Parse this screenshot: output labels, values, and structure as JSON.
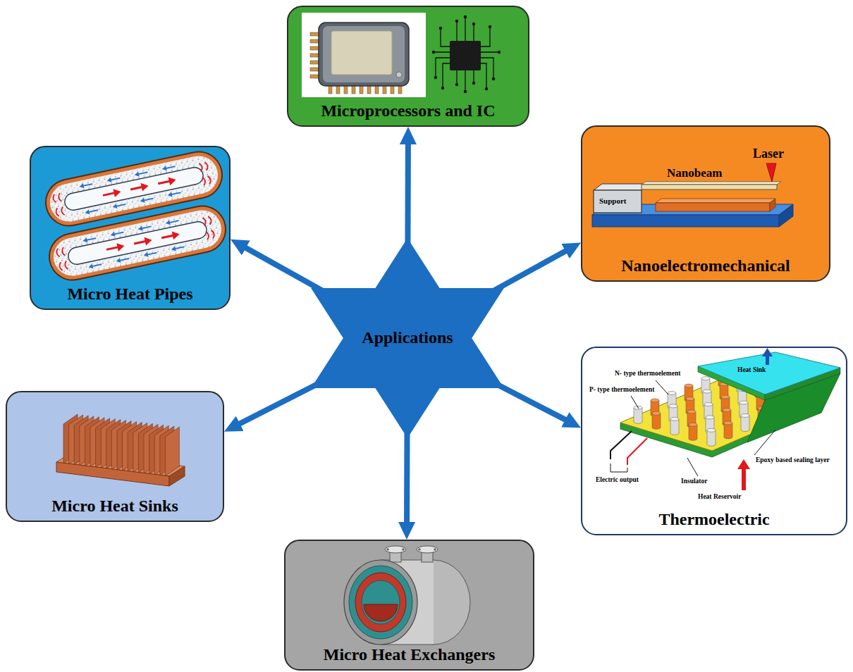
{
  "diagram": {
    "nodes": [
      {
        "text": [
          "Microprocessors and IC"
        ]
      },
      {
        "text": [
          "Micro Heat Pipes"
        ]
      },
      {
        "text": [
          "Nanoelectromechanical"
        ]
      },
      {
        "text": [
          "Applications"
        ]
      },
      {
        "text": [
          "Micro Heat Sinks"
        ]
      },
      {
        "text": [
          "Thermoelectric"
        ]
      },
      {
        "text": [
          "Micro Heat Exchangers"
        ]
      }
    ],
    "edges": [
      {
        "from": 3,
        "to": 0,
        "arrow": "to"
      },
      {
        "from": 3,
        "to": 1,
        "arrow": "to"
      },
      {
        "from": 3,
        "to": 2,
        "arrow": "to"
      },
      {
        "from": 3,
        "to": 4,
        "arrow": "to"
      },
      {
        "from": 3,
        "to": 5,
        "arrow": "to"
      },
      {
        "from": 3,
        "to": 6,
        "arrow": "to"
      }
    ],
    "labels": [
      "Laser",
      "Nanobeam",
      "Support",
      "N- type thermoelement",
      "Heat Sink",
      "P- type thermoelement",
      "Epoxy based sealing layer",
      "Electric output",
      "Insulator",
      "Heat Reservoir"
    ]
  }
}
